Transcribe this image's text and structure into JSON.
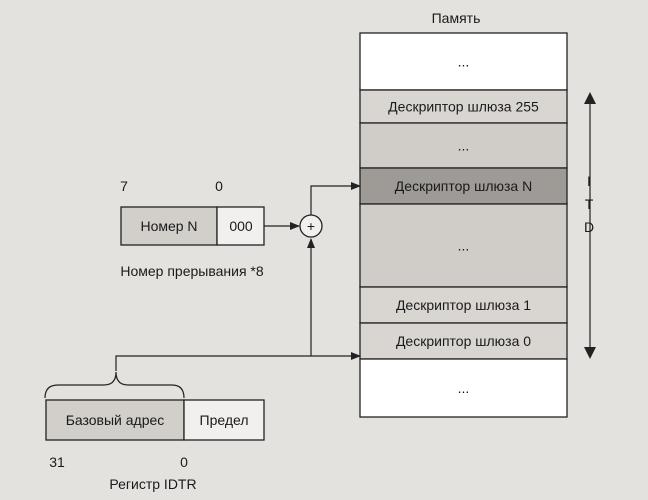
{
  "memory": {
    "title": "Память",
    "cells": [
      {
        "label": "...",
        "fill": "#ffffff"
      },
      {
        "label": "Дескриптор шлюза 255",
        "fill": "#d9d6d2"
      },
      {
        "label": "...",
        "fill": "#d0cdc9"
      },
      {
        "label": "Дескриптор шлюза N",
        "fill": "#9e9a96"
      },
      {
        "label": "...",
        "fill": "#d0cdc9"
      },
      {
        "label": "Дескриптор шлюза 1",
        "fill": "#d9d6d2"
      },
      {
        "label": "Дескриптор шлюза 0",
        "fill": "#d9d6d2"
      },
      {
        "label": "...",
        "fill": "#ffffff"
      }
    ]
  },
  "idt": {
    "letters": [
      "I",
      "T",
      "D"
    ]
  },
  "vector": {
    "bit_high": "7",
    "bit_low": "0",
    "number_label": "Номер N",
    "zeros_label": "000",
    "caption": "Номер прерывания *8"
  },
  "adder": {
    "symbol": "+"
  },
  "idtr": {
    "base_label": "Базовый адрес",
    "limit_label": "Предел",
    "bit_high": "31",
    "bit_low": "0",
    "caption": "Регистр IDTR"
  }
}
